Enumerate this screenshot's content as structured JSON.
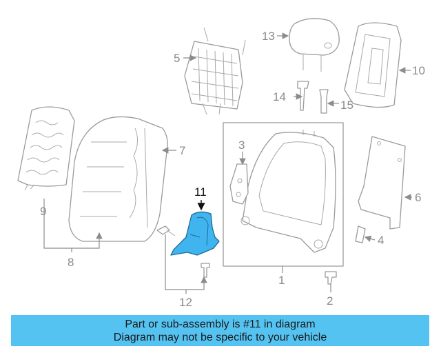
{
  "diagram": {
    "highlighted_part": "11",
    "callouts": {
      "c1": "1",
      "c2": "2",
      "c3": "3",
      "c4": "4",
      "c5": "5",
      "c6": "6",
      "c7": "7",
      "c8": "8",
      "c9": "9",
      "c10": "10",
      "c11": "11",
      "c12": "12",
      "c13": "13",
      "c14": "14",
      "c15": "15"
    },
    "colors": {
      "highlight": "#3fb4ee",
      "banner": "#55c3f2",
      "line": "#9a9a9a"
    }
  },
  "banner": {
    "line1": "Part or sub-assembly is #11 in diagram",
    "line2": "Diagram may not be specific to your vehicle"
  }
}
